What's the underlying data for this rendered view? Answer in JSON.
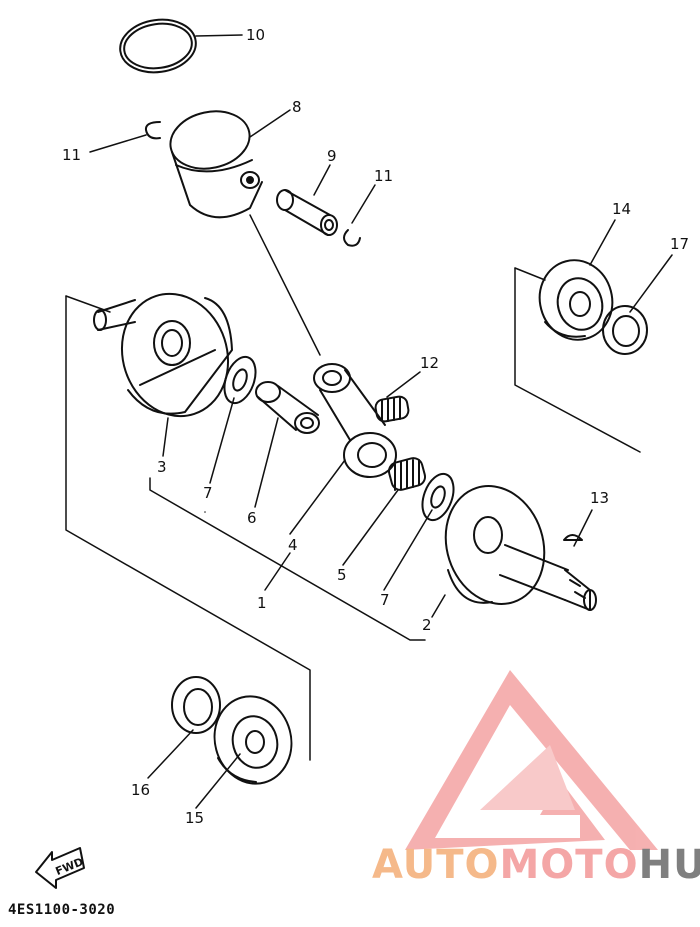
{
  "callouts": {
    "c1": "1",
    "c2": "2",
    "c3": "3",
    "c4": "4",
    "c5": "5",
    "c6": "6",
    "c7a": "7",
    "c7b": "7",
    "c8": "8",
    "c9": "9",
    "c10": "10",
    "c11a": "11",
    "c11b": "11",
    "c12": "12",
    "c13": "13",
    "c14": "14",
    "c15": "15",
    "c16": "16",
    "c17": "17"
  },
  "front_arrow": {
    "label": "FWD"
  },
  "diagram_code": "4ES1100-3020",
  "watermark": {
    "part1": "AUTO",
    "part2": "MOTO",
    "part3": "HUB",
    "color_auto": "#f5b98a",
    "color_moto": "#f4a6a6",
    "color_hub": "#7f7f7f",
    "logo_color": "#f08a8a"
  }
}
